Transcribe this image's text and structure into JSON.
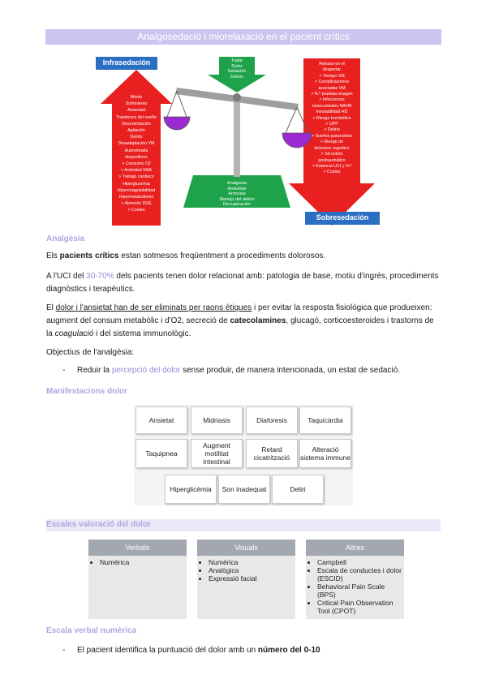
{
  "title": "Analgosedació i miorelaxació en el pacient crítics",
  "figure": {
    "infra_label": "Infrasedación",
    "sobre_label": "Sobresedación",
    "top_arrow_lines": [
      "Tratar",
      "Dolor",
      "Sedación",
      "Delirio"
    ],
    "base_lines": [
      "Analgesia",
      "Ansiolisis",
      "Amnesia",
      "Manejo del delirio",
      "Recuperación"
    ],
    "infra_lines": [
      "Miedo",
      "Sufrimiento",
      "Ansiedad",
      "Trastornos del sueño",
      "Desorientación",
      "Agitación",
      "Delirio",
      "Desadaptación VM",
      "Autoretirada",
      "dispositivos",
      "> Consumo O2",
      "> Actividad SNA",
      "> Trabajo cardiaco",
      "Hiperglucemia",
      "Hipercoagulabilidad",
      "Hipermetabolismo",
      "> Atención DUE",
      "> Costes"
    ],
    "sobre_lines": [
      "Retraso en el",
      "despertar",
      "> Tiempo VM",
      "> Complicaciones",
      "asociadas VM",
      "> N.º pruebas imagen",
      "> Infecciones",
      "nosocomiales NAVM",
      "Inestabilidad HD",
      "> Riesgo trombótico",
      "> UPP",
      "> Delirio",
      "> Sueños paranoides",
      "> Riesgo de",
      "deterioro cognitivo",
      "> Sd estrés",
      "postraumático",
      "> Estancia UCI y H.ª",
      "> Costes"
    ]
  },
  "sections": {
    "analgesia": "Analgèsia",
    "manifestacions": "Manifestacions dolor",
    "escales": "Escales valoració del dolor",
    "escala_verbal": "Escala verbal numèrica"
  },
  "p1": {
    "a": "Els ",
    "b": "pacients crítics",
    "c": " estan sotmesos freqüentment a procediments dolorosos."
  },
  "p2": {
    "a": "A l'UCI del ",
    "b": "30-70%",
    "c": " dels pacients tenen dolor relacionat amb: patologia de base, motiu d'ingrés, procediments diagnòstics i terapèutics."
  },
  "p3": {
    "a": "El ",
    "b": "dolor i l'ansietat han de ser eliminats per raons ètiques",
    "c": " i per evitar la resposta fisiològica que produeixen: augment del consum metabòlic i d'O2, secreció de ",
    "d": "catecolamines",
    "e": ", glucagó, corticoesteroides i trastorns de la ",
    "f": "coagulació",
    "g": " i del sistema immunològic."
  },
  "p4": "Objectius de l'analgèsia:",
  "bullet1": {
    "dash": "-",
    "a": "Reduir la ",
    "b": "percepció del dolor",
    "c": " sense produir, de manera intencionada, un estat de sedació."
  },
  "manifestacions": [
    "Ansietat",
    "Midriasis",
    "Diaforesis",
    "Taquicàrdia",
    "Taquipnea",
    "Augment motilitat intestinal",
    "Retard cicatrització",
    "Alteració sistema immune",
    "Hiperglicèmia",
    "Son inadequat",
    "Deliri"
  ],
  "scales": {
    "verbals": {
      "header": "Verbals",
      "items": [
        "Numèrica"
      ]
    },
    "visuals": {
      "header": "Visuals",
      "items": [
        "Numèrica",
        "Analògica",
        "Expressió facial"
      ]
    },
    "altres": {
      "header": "Altres",
      "items": [
        "Campbell",
        "Escala de conductes i dolor (ESCID)",
        "Behavioral Pain Scale (BPS)",
        "Critical Pain Observation Tool (CPOT)"
      ]
    }
  },
  "bullet2": {
    "dash": "-",
    "a": "El pacient identifica la puntuació del dolor amb un ",
    "b": "número del 0-10"
  },
  "colors": {
    "accent": "#b3a6e4",
    "red": "#e8201f",
    "green": "#1fa34a",
    "blue": "#2b6fc2",
    "purple": "#9b2bd1"
  }
}
